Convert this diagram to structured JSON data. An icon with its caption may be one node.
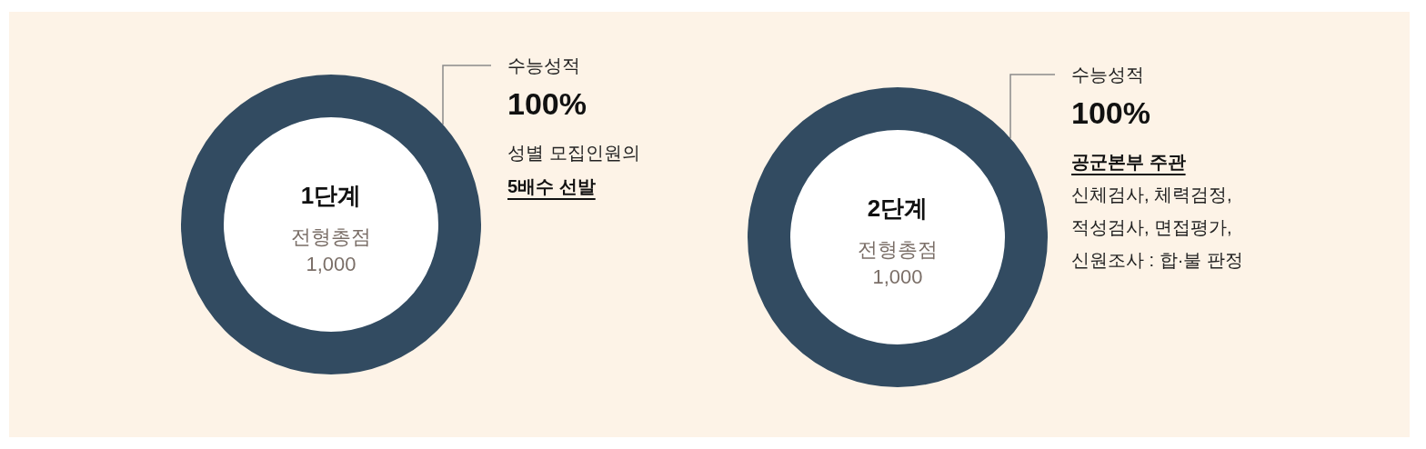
{
  "diagram": {
    "nodes": [
      {
        "text": [
          "1단계",
          "전형총점",
          "1,000"
        ]
      },
      {
        "text": [
          "수능성적",
          "100%",
          "성별 모집인원의 **5배수 선발**"
        ]
      },
      {
        "text": [
          "2단계",
          "전형총점",
          "1,000"
        ]
      },
      {
        "text": [
          "수능성적",
          "100%",
          "공군본부 주관",
          "신체검사, 체력검정, 적성검사, 면접평가, 신원조사 : 합·불 판정"
        ]
      }
    ],
    "edges": [
      {
        "from": 1,
        "to": 0,
        "arrow": "none"
      },
      {
        "from": 3,
        "to": 2,
        "arrow": "none"
      }
    ]
  }
}
